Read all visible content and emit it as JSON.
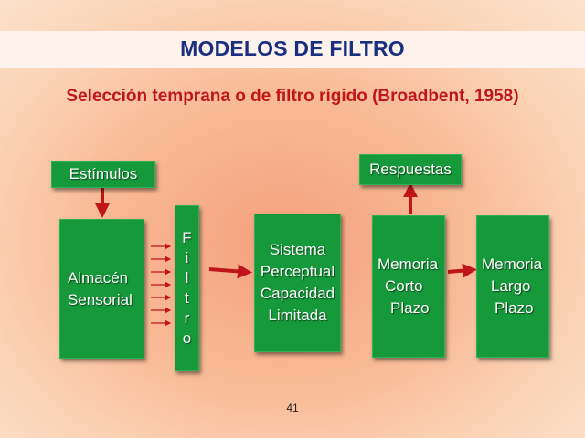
{
  "title": "MODELOS DE FILTRO",
  "subtitle": "Selección temprana o de filtro rígido (Broadbent, 1958)",
  "diagram": {
    "estimulos": "Estímulos",
    "respuestas": "Respuestas",
    "almacen": [
      "Almacén",
      "Sensorial"
    ],
    "filtro_letters": [
      "F",
      "i",
      "l",
      "t",
      "r",
      "o"
    ],
    "sistema": [
      "Sistema",
      "Perceptual",
      "Capacidad",
      "Limitada"
    ],
    "memoria_corto": [
      "Memoria",
      "Corto",
      "Plazo"
    ],
    "memoria_largo": [
      "Memoria",
      "Largo",
      "Plazo"
    ]
  },
  "page_number": "41",
  "colors": {
    "box_green": "#16993a",
    "arrow_red": "#c0151a",
    "title_blue": "#1a2f7e"
  }
}
